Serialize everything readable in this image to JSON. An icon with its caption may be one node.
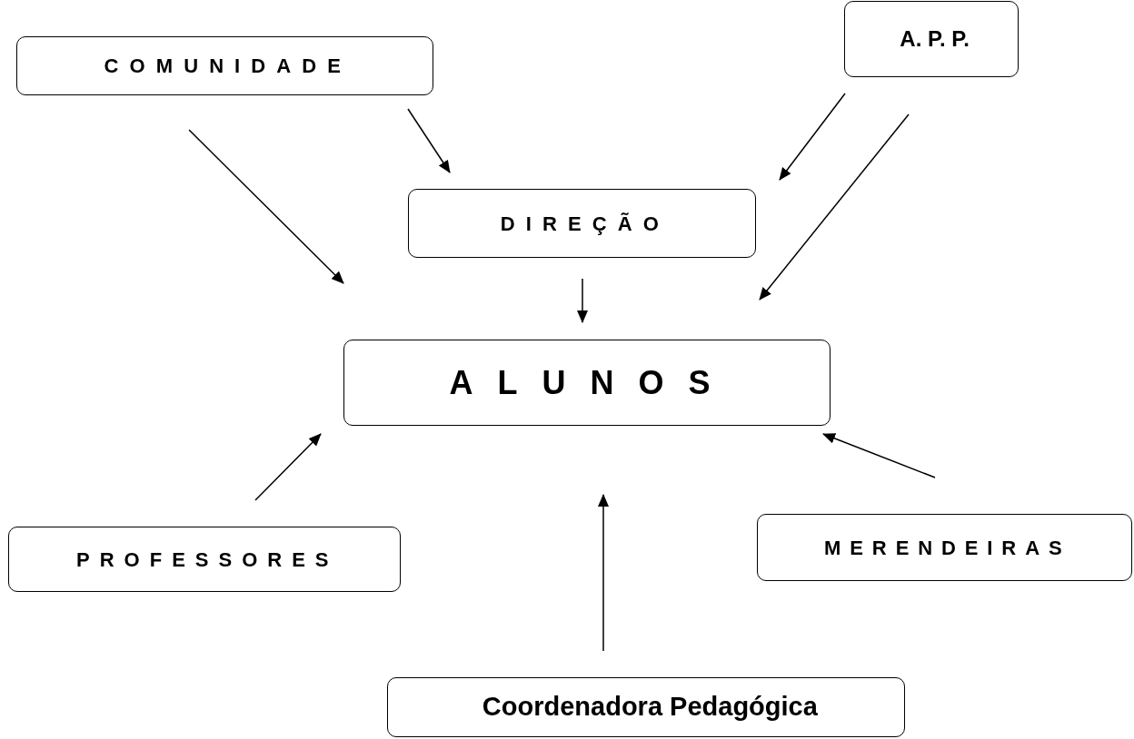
{
  "diagram": {
    "nodes": [
      {
        "text": [
          "COMUNIDADE"
        ]
      },
      {
        "text": [
          "A. P. P."
        ]
      },
      {
        "text": [
          "DIREÇÃO"
        ]
      },
      {
        "text": [
          "ALUNOS"
        ]
      },
      {
        "text": [
          "PROFESSORES"
        ]
      },
      {
        "text": [
          "MERENDEIRAS"
        ]
      },
      {
        "text": [
          "Coordenadora Pedagógica"
        ]
      }
    ],
    "edges": [
      {
        "from": 0,
        "to": 2,
        "arrow": "to"
      },
      {
        "from": 0,
        "to": 3,
        "arrow": "to"
      },
      {
        "from": 1,
        "to": 2,
        "arrow": "to"
      },
      {
        "from": 1,
        "to": 3,
        "arrow": "to"
      },
      {
        "from": 2,
        "to": 3,
        "arrow": "to"
      },
      {
        "from": 4,
        "to": 3,
        "arrow": "to"
      },
      {
        "from": 5,
        "to": 3,
        "arrow": "to"
      },
      {
        "from": 6,
        "to": 3,
        "arrow": "to"
      }
    ]
  }
}
